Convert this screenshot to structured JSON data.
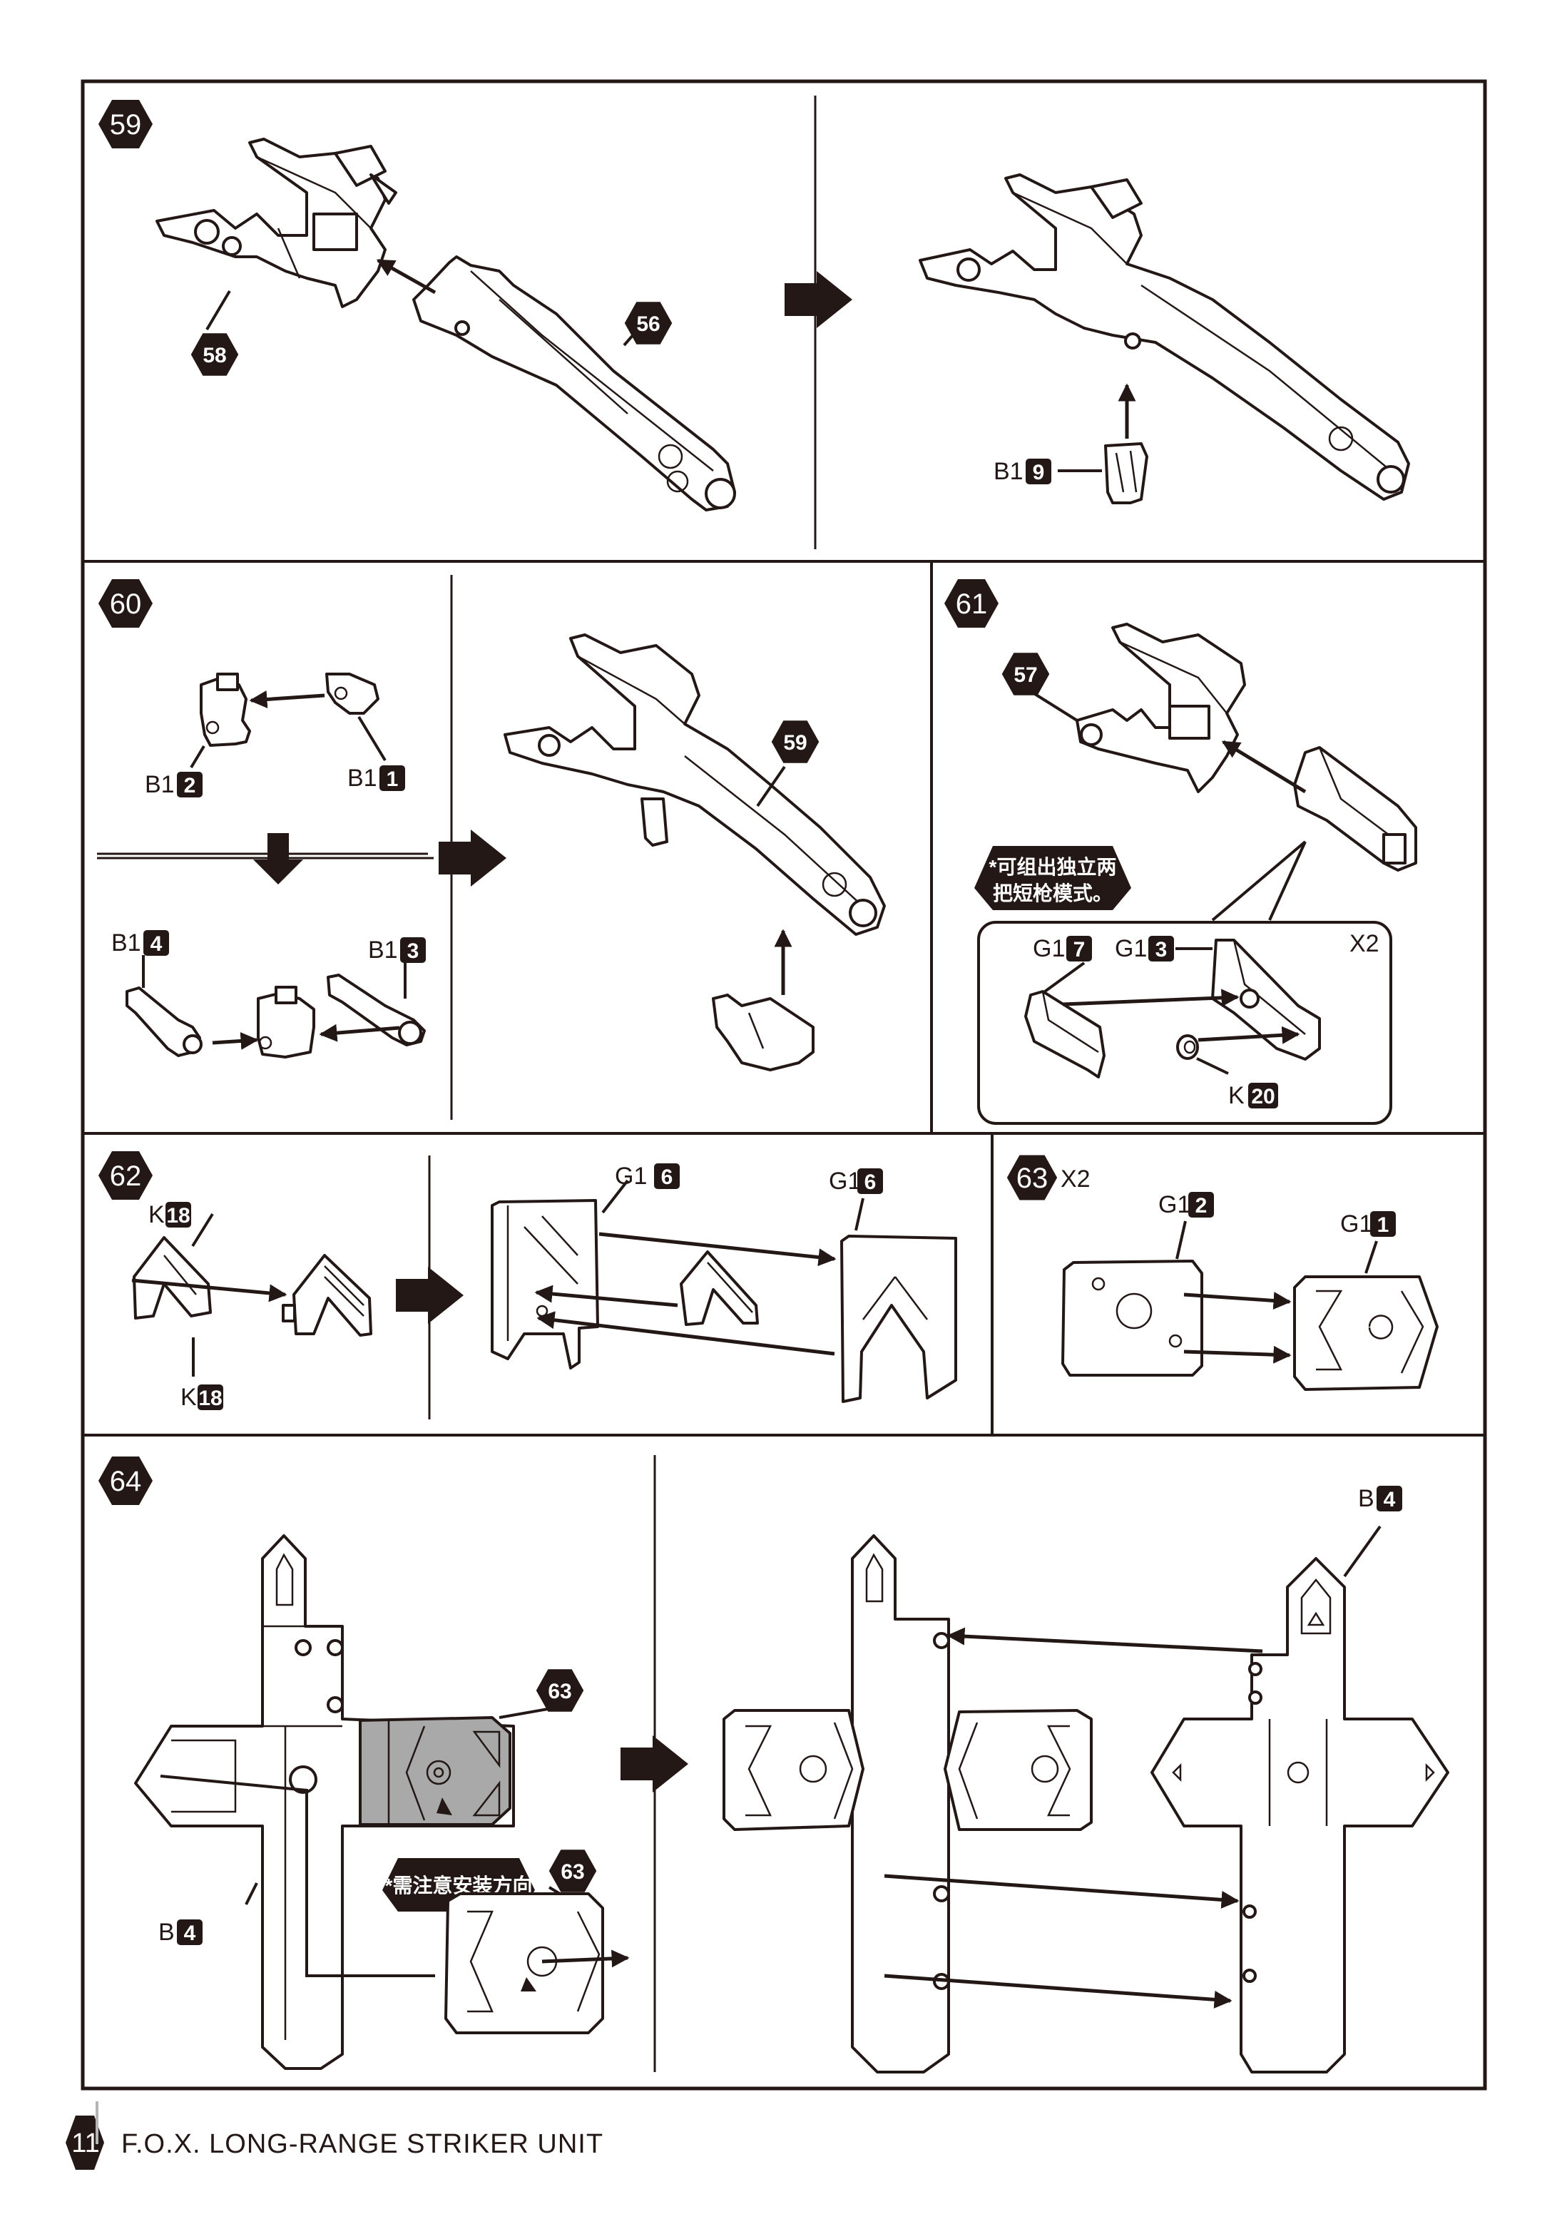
{
  "page": {
    "number": "11",
    "title": "F.O.X. LONG-RANGE STRIKER UNIT",
    "colors": {
      "ink": "#231815",
      "paper": "#ffffff",
      "highlight_part": "#a9a9a9"
    }
  },
  "steps": [
    {
      "id": "59",
      "callouts": [
        {
          "type": "step-ref",
          "value": "58"
        },
        {
          "type": "step-ref",
          "value": "56"
        },
        {
          "type": "part",
          "runner": "B1",
          "number": "9"
        }
      ]
    },
    {
      "id": "60",
      "callouts": [
        {
          "type": "part",
          "runner": "B1",
          "number": "2"
        },
        {
          "type": "part",
          "runner": "B1",
          "number": "1"
        },
        {
          "type": "part",
          "runner": "B1",
          "number": "4"
        },
        {
          "type": "part",
          "runner": "B1",
          "number": "3"
        },
        {
          "type": "step-ref",
          "value": "59"
        }
      ]
    },
    {
      "id": "61",
      "note": "*可组出独立两把短枪模式。",
      "note_lines": [
        "*可组出独立两",
        "把短枪模式。"
      ],
      "detail_multiplier": "X2",
      "callouts": [
        {
          "type": "step-ref",
          "value": "57"
        },
        {
          "type": "part",
          "runner": "G1",
          "number": "7"
        },
        {
          "type": "part",
          "runner": "G1",
          "number": "3"
        },
        {
          "type": "part",
          "runner": "K",
          "number": "20"
        }
      ]
    },
    {
      "id": "62",
      "callouts": [
        {
          "type": "part",
          "runner": "K",
          "number": "18"
        },
        {
          "type": "part",
          "runner": "K",
          "number": "18"
        },
        {
          "type": "part",
          "runner": "G1",
          "number": "6"
        },
        {
          "type": "part",
          "runner": "G1",
          "number": "6"
        }
      ]
    },
    {
      "id": "63",
      "multiplier": "X2",
      "callouts": [
        {
          "type": "part",
          "runner": "G1",
          "number": "2"
        },
        {
          "type": "part",
          "runner": "G1",
          "number": "1"
        }
      ]
    },
    {
      "id": "64",
      "note": "*需注意安装方向",
      "callouts": [
        {
          "type": "step-ref",
          "value": "63"
        },
        {
          "type": "step-ref",
          "value": "63"
        },
        {
          "type": "part",
          "runner": "B",
          "number": "4"
        },
        {
          "type": "part",
          "runner": "B",
          "number": "4"
        }
      ]
    }
  ]
}
